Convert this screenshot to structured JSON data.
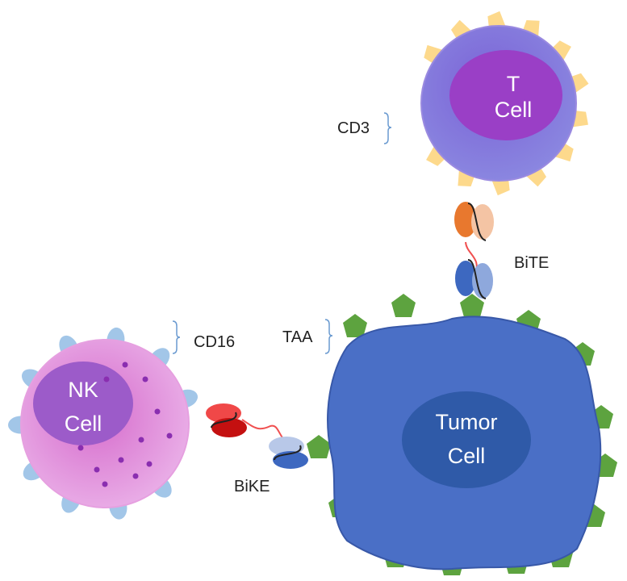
{
  "cells": {
    "t_cell": {
      "line1": "T",
      "line2": "Cell"
    },
    "nk_cell": {
      "line1": "NK",
      "line2": "Cell"
    },
    "tumor_cell": {
      "line1": "Tumor",
      "line2": "Cell"
    }
  },
  "labels": {
    "cd3": "CD3",
    "cd16": "CD16",
    "taa": "TAA",
    "bite": "BiTE",
    "bike": "BiKE"
  },
  "colors": {
    "t_cell_outer": "#8474dc",
    "t_cell_nucleus": "#9a3fc6",
    "cd3_receptor": "#fdd98c",
    "nk_cell_outer": "#e78bd2",
    "nk_cell_nucleus": "#9c5bc9",
    "cd16_receptor": "#a2c6e8",
    "granule": "#8a2eb0",
    "tumor_cell": "#4a6fc6",
    "tumor_nucleus": "#2f5aa8",
    "taa_antigen": "#5da33f",
    "bite_cd3_arm": "#e8782e",
    "bite_taa_arm": "#3d68c0",
    "bike_cd16_arm": "#d41c1c",
    "bike_taa_arm": "#3d68c0",
    "linker": "#f05050"
  }
}
